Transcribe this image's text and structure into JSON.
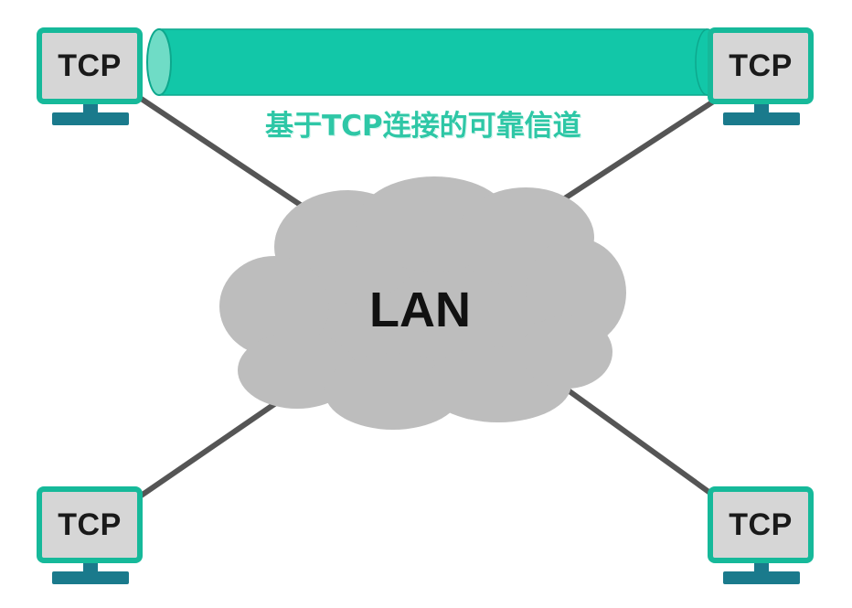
{
  "channel": {
    "label": "基于TCP连接的可靠信道"
  },
  "network": {
    "label": "LAN"
  },
  "hosts": [
    {
      "label": "TCP"
    },
    {
      "label": "TCP"
    },
    {
      "label": "TCP"
    },
    {
      "label": "TCP"
    }
  ],
  "colors": {
    "channel_pipe": "#12c7a8",
    "monitor_border": "#16b99a",
    "monitor_screen": "#d6d6d6",
    "stand": "#1a7a8c",
    "cloud": "#bdbdbd",
    "link_line": "#555555",
    "channel_text": "#2ec7a6"
  },
  "icons": {
    "host": "computer-monitor-icon",
    "network": "cloud-icon"
  }
}
